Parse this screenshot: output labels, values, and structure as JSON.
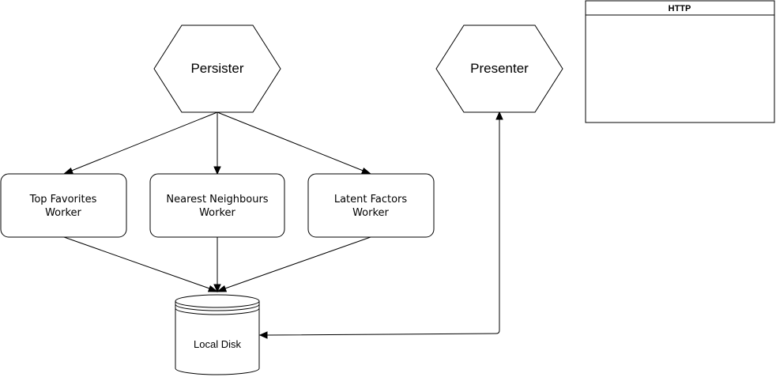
{
  "nodes": {
    "persister": {
      "label": "Persister"
    },
    "presenter": {
      "label": "Presenter"
    },
    "top_favorites": {
      "line1": "Top Favorites",
      "line2": "Worker"
    },
    "nearest_neighbours": {
      "line1": "Nearest Neighbours",
      "line2": "Worker"
    },
    "latent_factors": {
      "line1": "Latent Factors",
      "line2": "Worker"
    },
    "local_disk": {
      "label": "Local Disk"
    }
  },
  "pool": {
    "title": "HTTP"
  },
  "colors": {
    "stroke": "#000000",
    "fill": "#ffffff"
  }
}
